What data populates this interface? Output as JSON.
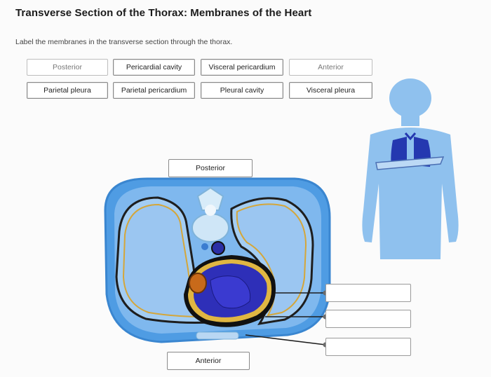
{
  "page": {
    "title": "Transverse Section of the Thorax: Membranes of the Heart",
    "instructions": "Label the membranes in the transverse section through the thorax."
  },
  "label_bank": [
    {
      "text": "Posterior",
      "faded": true
    },
    {
      "text": "Pericardial cavity",
      "faded": false
    },
    {
      "text": "Visceral pericardium",
      "faded": false
    },
    {
      "text": "Anterior",
      "faded": true
    },
    {
      "text": "Parietal pleura",
      "faded": false
    },
    {
      "text": "Parietal pericardium",
      "faded": false
    },
    {
      "text": "Pleural cavity",
      "faded": false
    },
    {
      "text": "Visceral pleura",
      "faded": false
    }
  ],
  "diagram": {
    "posterior_label": "Posterior",
    "anterior_label": "Anterior",
    "drop_targets": [
      "",
      "",
      ""
    ]
  },
  "colors": {
    "body_blue": "#5aa3e0",
    "lung_blue": "#8dbff0",
    "heart_blue": "#2e2fb8",
    "membrane_line": "#1e1e1e",
    "fat_yellow": "#e0b642"
  }
}
